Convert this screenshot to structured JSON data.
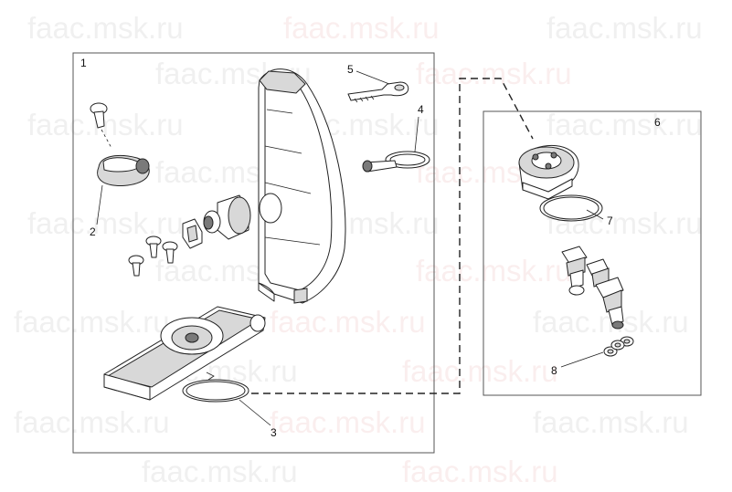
{
  "watermark": {
    "text": "faac.msk.ru",
    "colors": {
      "gray": "#888888",
      "red": "#d97a7a"
    }
  },
  "callouts": {
    "c1": "1",
    "c2": "2",
    "c3": "3",
    "c4": "4",
    "c5": "5",
    "c6": "6",
    "c7": "7",
    "c8": "8"
  }
}
